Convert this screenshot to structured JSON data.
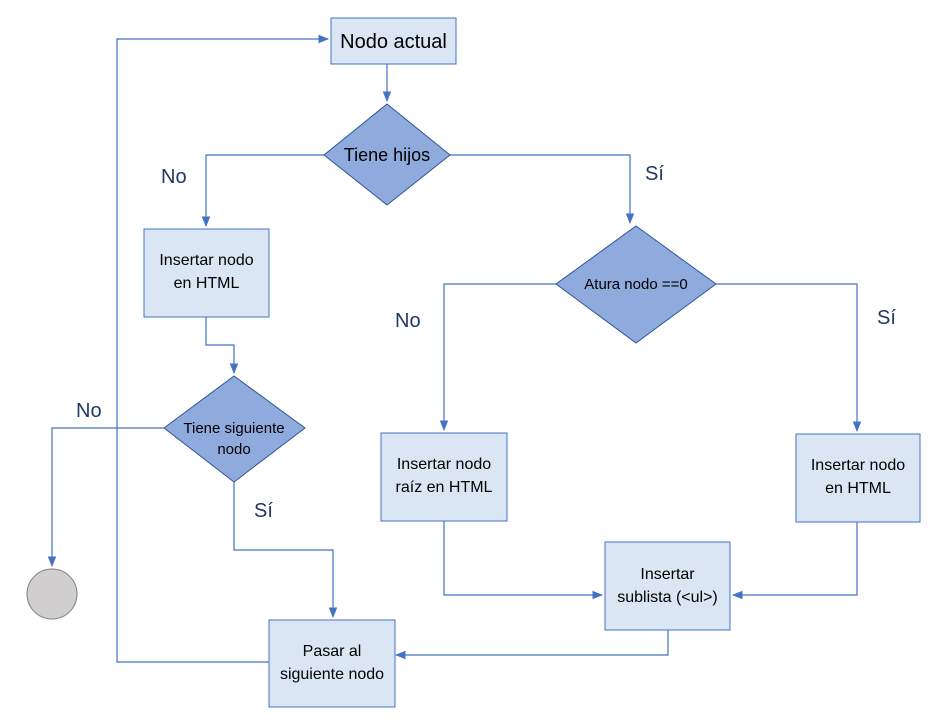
{
  "nodes": {
    "nodo_actual": {
      "lines": [
        "Nodo actual"
      ],
      "shape": "process"
    },
    "tiene_hijos": {
      "lines": [
        "Tiene hijos"
      ],
      "shape": "decision"
    },
    "insertar_nodo_left": {
      "lines": [
        "Insertar nodo",
        "en HTML"
      ],
      "shape": "process"
    },
    "tiene_siguiente": {
      "lines": [
        "Tiene siguiente",
        "nodo"
      ],
      "shape": "decision"
    },
    "atura_nodo": {
      "lines": [
        "Atura nodo ==0"
      ],
      "shape": "decision"
    },
    "insertar_raiz": {
      "lines": [
        "Insertar nodo",
        "raíz en HTML"
      ],
      "shape": "process"
    },
    "insertar_nodo_right": {
      "lines": [
        "Insertar nodo",
        "en HTML"
      ],
      "shape": "process"
    },
    "insertar_sublista": {
      "lines": [
        "Insertar",
        "sublista (<ul>)"
      ],
      "shape": "process"
    },
    "pasar_siguiente": {
      "lines": [
        "Pasar al",
        "siguiente nodo"
      ],
      "shape": "process"
    },
    "fin": {
      "lines": [],
      "shape": "terminator"
    }
  },
  "edges": [
    {
      "from": "nodo_actual",
      "to": "tiene_hijos",
      "label": ""
    },
    {
      "from": "tiene_hijos",
      "to": "insertar_nodo_left",
      "label": "No"
    },
    {
      "from": "tiene_hijos",
      "to": "atura_nodo",
      "label": "Sí"
    },
    {
      "from": "insertar_nodo_left",
      "to": "tiene_siguiente",
      "label": ""
    },
    {
      "from": "tiene_siguiente",
      "to": "fin",
      "label": "No"
    },
    {
      "from": "tiene_siguiente",
      "to": "pasar_siguiente",
      "label": "Sí"
    },
    {
      "from": "atura_nodo",
      "to": "insertar_raiz",
      "label": "No"
    },
    {
      "from": "atura_nodo",
      "to": "insertar_nodo_right",
      "label": "Sí"
    },
    {
      "from": "insertar_raiz",
      "to": "insertar_sublista",
      "label": ""
    },
    {
      "from": "insertar_nodo_right",
      "to": "insertar_sublista",
      "label": ""
    },
    {
      "from": "insertar_sublista",
      "to": "pasar_siguiente",
      "label": ""
    },
    {
      "from": "pasar_siguiente",
      "to": "nodo_actual",
      "label": ""
    }
  ],
  "colors": {
    "process_fill": "#dae6f4",
    "process_stroke": "#4472c4",
    "decision_fill": "#8faadc",
    "decision_stroke": "#2f5597",
    "terminator_fill": "#d0cece",
    "connector": "#4472c4",
    "edge_label": "#1f3864"
  }
}
